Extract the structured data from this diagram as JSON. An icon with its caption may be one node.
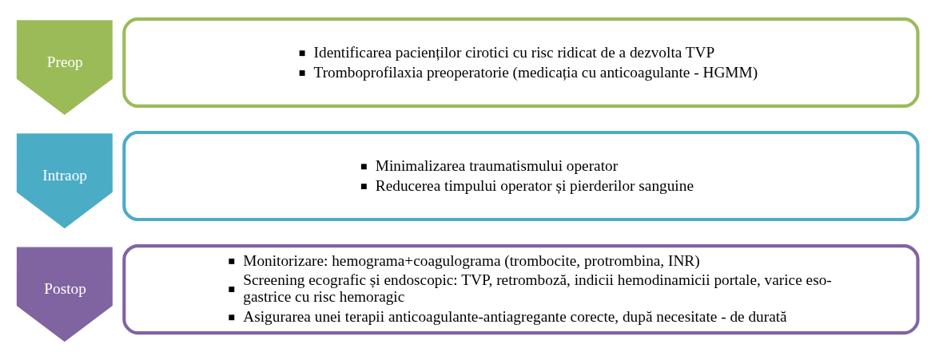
{
  "diagram": {
    "nodes": [
      {
        "text": [
          "Preop"
        ]
      },
      {
        "text": [
          "Identificarea pacienților cirotici cu risc ridicat de a dezvolta TVP",
          "Tromboprofilaxia preoperatorie (medicația cu anticoagulante - HGMM)"
        ]
      },
      {
        "text": [
          "Intraop"
        ]
      },
      {
        "text": [
          "Minimalizarea traumatismului operator",
          "Reducerea timpului operator și pierderilor sanguine"
        ]
      },
      {
        "text": [
          "Postop"
        ]
      },
      {
        "text": [
          "Monitorizare: hemograma+coagulograma (trombocite, protrombina, INR)",
          "Screening ecografic și endoscopic: TVP, retromboză, indicii hemodinamicii portale, varice eso-gastrice cu risc hemoragic",
          "Asigurarea unei terapii anticoagulante-antiagregante corecte, după necesitate - de durată"
        ]
      }
    ],
    "edges": []
  }
}
